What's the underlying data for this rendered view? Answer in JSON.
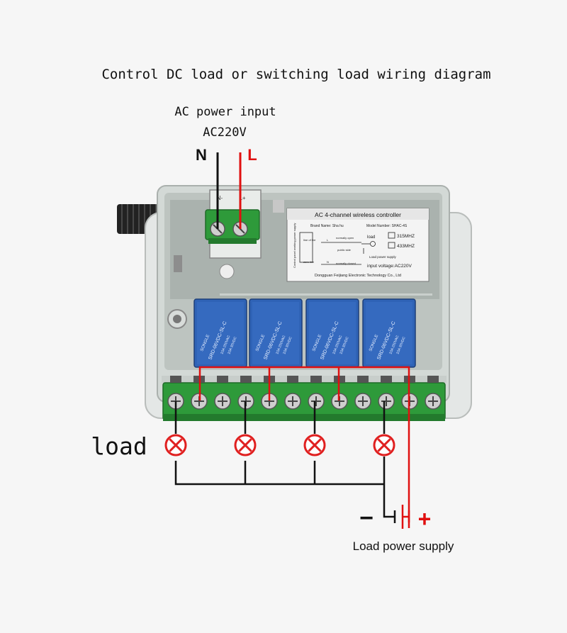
{
  "title": "Control DC load or switching load wiring diagram",
  "ac_input": {
    "label": "AC power input",
    "voltage": "AC220V",
    "neutral": "N",
    "live": "L"
  },
  "power_terminal": {
    "left_mark": "N-",
    "right_mark": "L+"
  },
  "controller_label": {
    "heading": "AC 4-channel wireless controller",
    "brand": "Brand Name: Sha hu",
    "model": "Model Number: SHAC-4S",
    "side_text": "Control panel working power supply",
    "line_of_fire": "line of fire",
    "zero_line": "zero line",
    "l_mark": "L",
    "n_mark": "N",
    "normally_open": "normally open",
    "public_side": "public side",
    "normally_closed": "normally closed",
    "load": "load",
    "load_power_supply": "Load power supply",
    "freq_1": "315MHZ",
    "freq_2": "433MHZ",
    "input_voltage": "input voltage:AC220V",
    "manufacturer": "Dongguan Feijiang Electronic Technology Co., Ltd"
  },
  "relay": {
    "model": "SRD-06VDC-SL-C",
    "brand": "SONGLE",
    "rating_1": "10A 250VAC",
    "rating_2": "10A 30VDC"
  },
  "labels": {
    "load": "load",
    "minus": "−",
    "plus": "+",
    "load_supply": "Load power supply"
  },
  "colors": {
    "live_wire": "#e01010",
    "neutral_wire": "#111111",
    "terminal_green": "#2e9a3a",
    "relay_blue": "#2f63b6",
    "lamp_red": "#e02020"
  },
  "relay_count": 4,
  "lamp_count": 4,
  "output_terminal_count": 12
}
